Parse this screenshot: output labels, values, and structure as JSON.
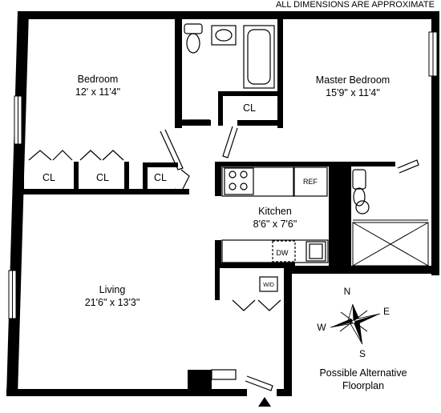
{
  "header_note": "ALL DIMENSIONS ARE APPROXIMATE",
  "rooms": {
    "bedroom": {
      "name": "Bedroom",
      "dims": "12' x 11'4\""
    },
    "master_bedroom": {
      "name": "Master Bedroom",
      "dims": "15'9\" x 11'4\""
    },
    "kitchen": {
      "name": "Kitchen",
      "dims": "8'6\" x 7'6\""
    },
    "living": {
      "name": "Living",
      "dims": "21'6\" x 13'3\""
    }
  },
  "closets": {
    "cl1": "CL",
    "cl2": "CL",
    "cl3": "CL",
    "cl_bath": "CL"
  },
  "appliances": {
    "ref": "REF",
    "dw": "DW",
    "wd": "W/D"
  },
  "compass": {
    "n": "N",
    "s": "S",
    "e": "E",
    "w": "W"
  },
  "caption": {
    "line1": "Possible Alternative",
    "line2": "Floorplan"
  }
}
